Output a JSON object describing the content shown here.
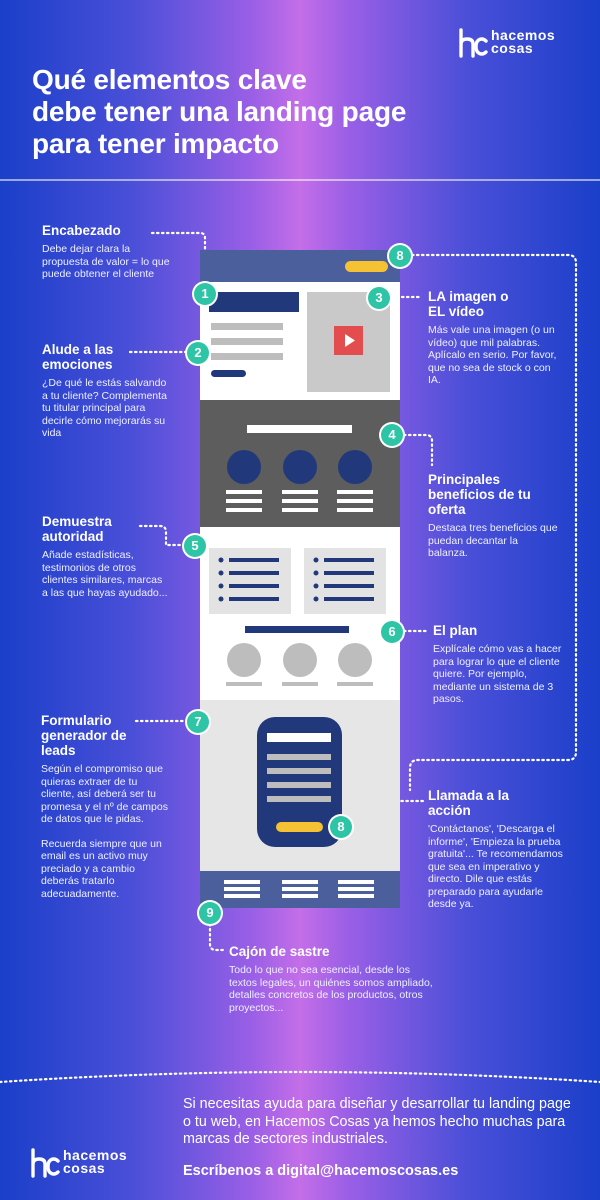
{
  "brand": {
    "name_line1": "hacemos",
    "name_line2": "cosas",
    "accent": "#2ec4a6"
  },
  "title_lines": [
    "Qué elementos clave",
    "debe tener una landing page",
    "para tener impacto"
  ],
  "sections": [
    {
      "number": "1",
      "title": "Encabezado",
      "description": "Debe dejar clara la propuesta de valor = lo que puede obtener el cliente"
    },
    {
      "number": "2",
      "title": "Alude a las emociones",
      "description": "¿De qué le estás salvando a tu cliente? Complementa tu titular principal para decirle cómo mejorarás su vida"
    },
    {
      "number": "3",
      "title": "LA imagen o EL vídeo",
      "description": "Más vale una imagen (o un vídeo) que mil palabras. Aplícalo en serio. Por favor, que no sea de stock o con IA."
    },
    {
      "number": "4",
      "title": "Principales beneficios de tu oferta",
      "description": "Destaca tres beneficios que puedan decantar la balanza."
    },
    {
      "number": "5",
      "title": "Demuestra autoridad",
      "description": "Añade estadísticas, testimonios de otros clientes similares, marcas a las que hayas ayudado..."
    },
    {
      "number": "6",
      "title": "El plan",
      "description": "Explícale cómo vas a hacer para lograr lo que el cliente quiere. Por ejemplo, mediante un sistema de 3 pasos."
    },
    {
      "number": "7",
      "title": "Formulario generador de leads",
      "description": "Según el compromiso que quieras extraer de tu cliente, así deberá ser tu promesa y el nº de campos de datos que le pidas.",
      "description2": "Recuerda siempre que un email es un activo muy preciado y a cambio deberás tratarlo adecuadamente."
    },
    {
      "number": "8",
      "title": "Llamada a la acción",
      "description": "'Contáctanos', 'Descarga el informe', 'Empieza la prueba gratuita'... Te recomendamos que sea en imperativo y directo. Dile que estás preparado para ayudarle desde ya."
    },
    {
      "number": "9",
      "title": "Cajón de sastre",
      "description": "Todo lo que no sea esencial, desde los textos legales, un quiénes somos ampliado, detalles concretos de los productos, otros proyectos..."
    }
  ],
  "footer": {
    "text": "Si necesitas ayuda para diseñar y desarrollar tu landing page o tu web, en Hacemos Cosas ya hemos hecho muchas para marcas de sectores industriales.",
    "contact": "Escríbenos a digital@hacemoscosas.es"
  }
}
